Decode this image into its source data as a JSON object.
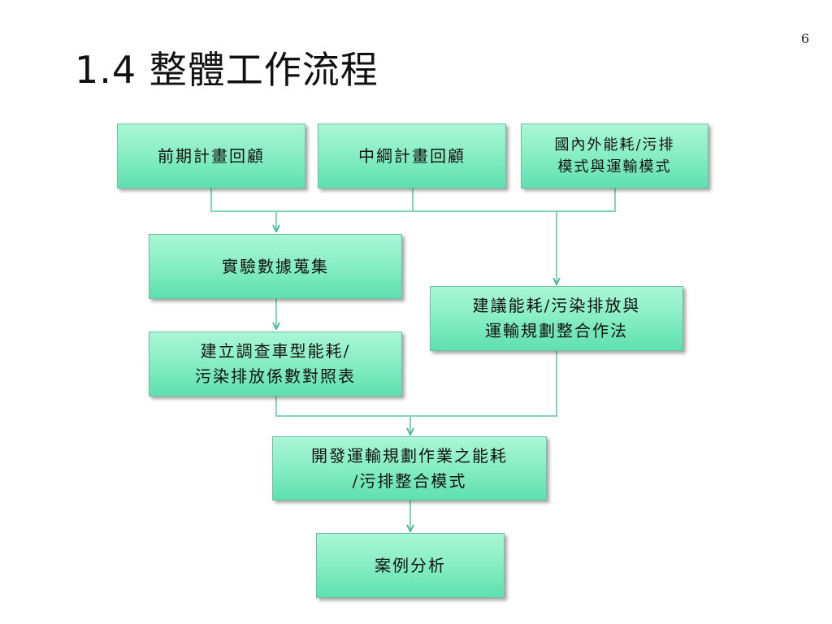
{
  "slide": {
    "page_number": "6",
    "title": "1.4 整體工作流程"
  },
  "flowchart": {
    "nodes": {
      "prev_plan_review": "前期計畫回顧",
      "mid_plan_review": "中綱計畫回顧",
      "foreign_models": "國內外能耗/污排\n模式與運輸模式",
      "data_collection": "實驗數據蒐集",
      "coef_table": "建立調查車型能耗/\n污染排放係數對照表",
      "integration_suggestion": "建議能耗/污染排放與\n運輸規劃整合作法",
      "dev_model": "開發運輸規劃作業之能耗\n/污排整合模式",
      "case_study": "案例分析"
    },
    "colors": {
      "box_fill_top": "#aaf6d6",
      "box_fill_bottom": "#5fe0b0",
      "connector": "#7fd6b8",
      "arrow": "#3cb88f"
    }
  }
}
